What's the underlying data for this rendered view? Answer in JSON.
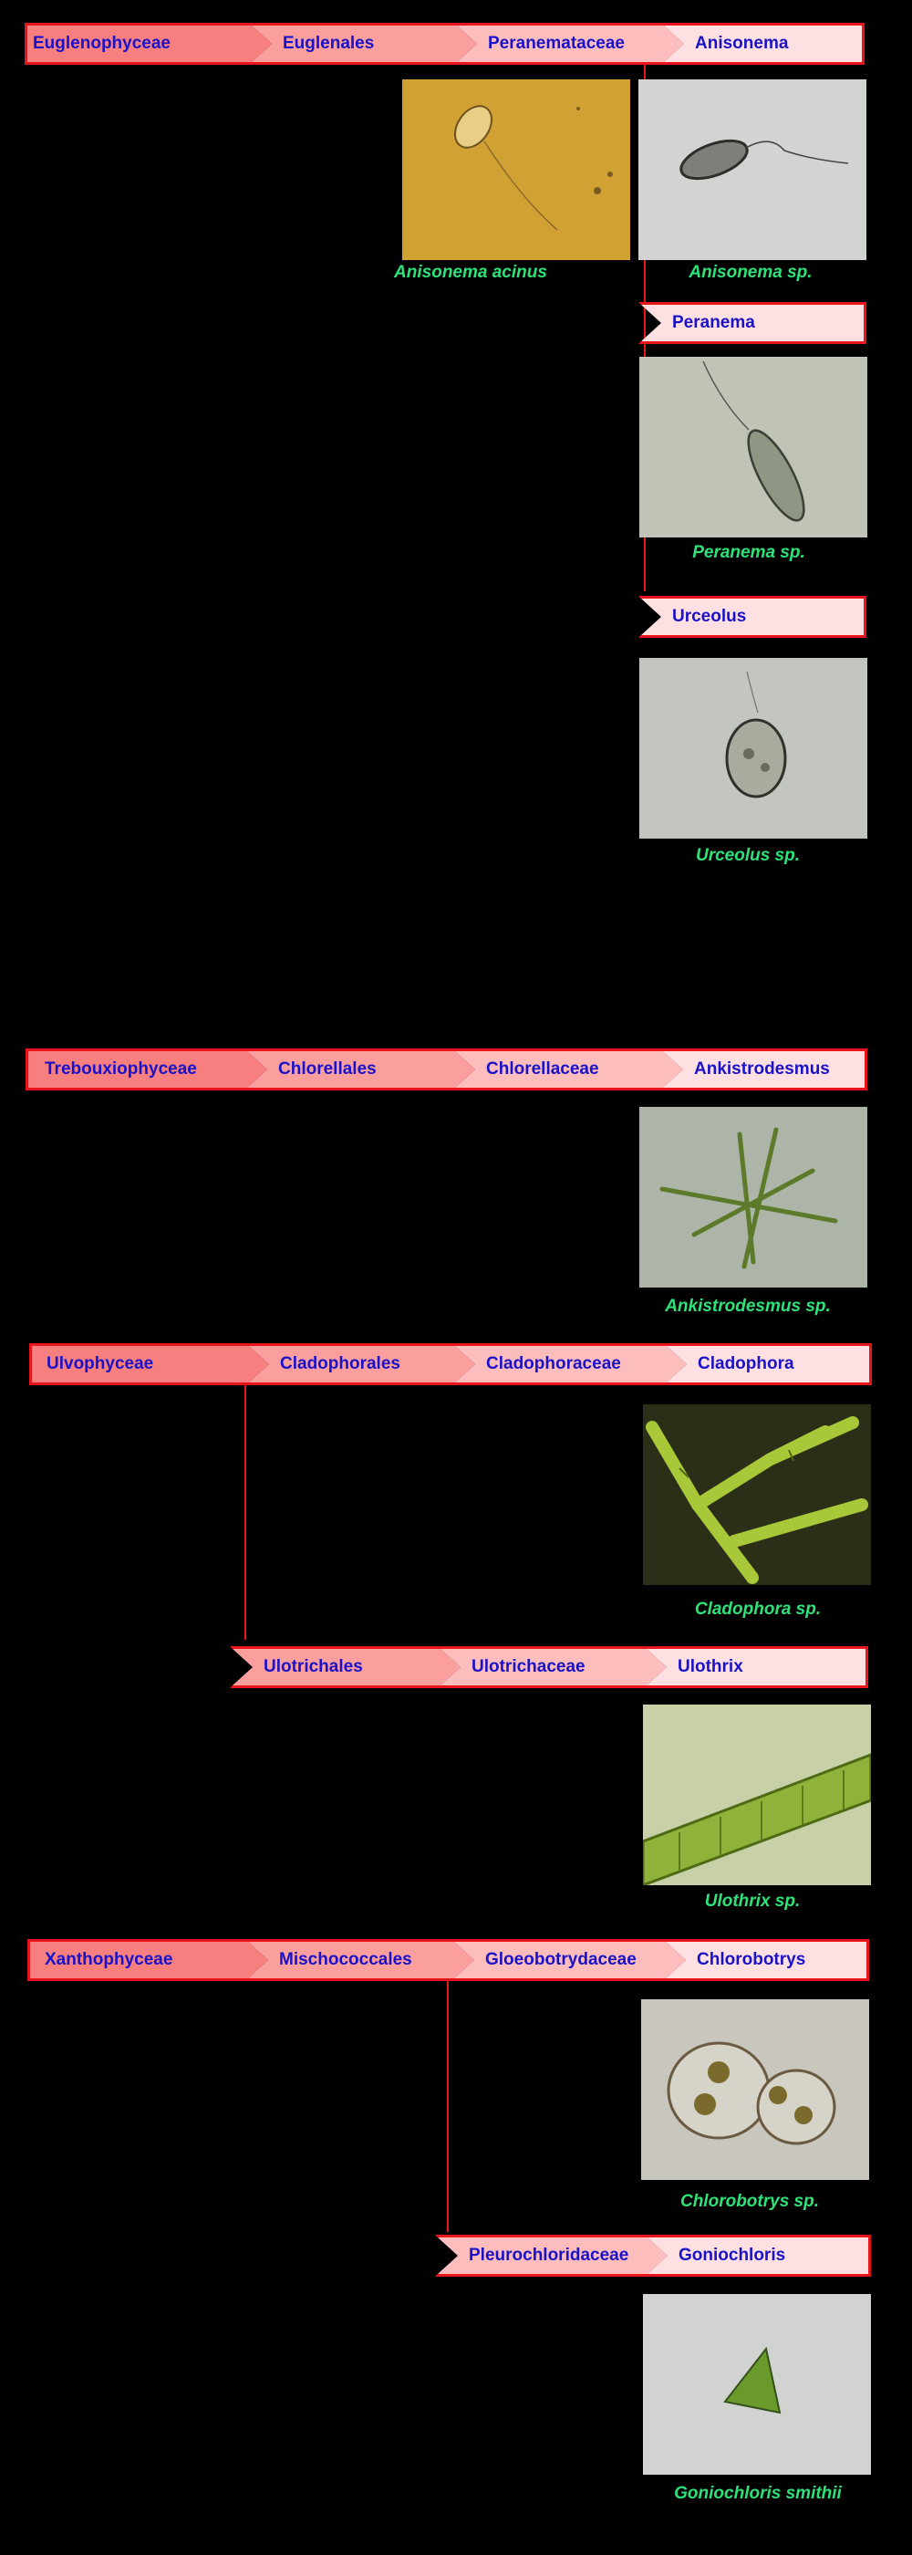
{
  "sections": [
    {
      "name": "euglenophyceae",
      "bar": [
        "Euglenophyceae",
        "Euglenales",
        "Peranemataceae",
        "Anisonema"
      ],
      "sub1": [
        "Peranema"
      ],
      "sub2": [
        "Urceolus"
      ],
      "captions": [
        "Anisonema acinus",
        "Anisonema sp.",
        "Peranema sp.",
        "Urceolus sp."
      ]
    },
    {
      "name": "trebouxiophyceae",
      "bar": [
        "Trebouxiophyceae",
        "Chlorellales",
        "Chlorellaceae",
        "Ankistrodesmus"
      ],
      "captions": [
        "Ankistrodesmus sp."
      ]
    },
    {
      "name": "ulvophyceae",
      "bar": [
        "Ulvophyceae",
        "Cladophorales",
        "Cladophoraceae",
        "Cladophora"
      ],
      "sub1": [
        "Ulotrichales",
        "Ulotrichaceae",
        "Ulothrix"
      ],
      "captions": [
        "Cladophora sp.",
        "Ulothrix sp."
      ]
    },
    {
      "name": "xanthophyceae",
      "bar": [
        "Xanthophyceae",
        "Mischococcales",
        "Gloeobotrydaceae",
        "Chlorobotrys"
      ],
      "sub1": [
        "Pleurochloridaceae",
        "Goniochloris"
      ],
      "captions": [
        "Chlorobotrys sp.",
        "Goniochloris smithii"
      ]
    }
  ],
  "colors": {
    "border": "#e8151b",
    "text": "#1a12c8",
    "caption": "#2ee27a"
  }
}
